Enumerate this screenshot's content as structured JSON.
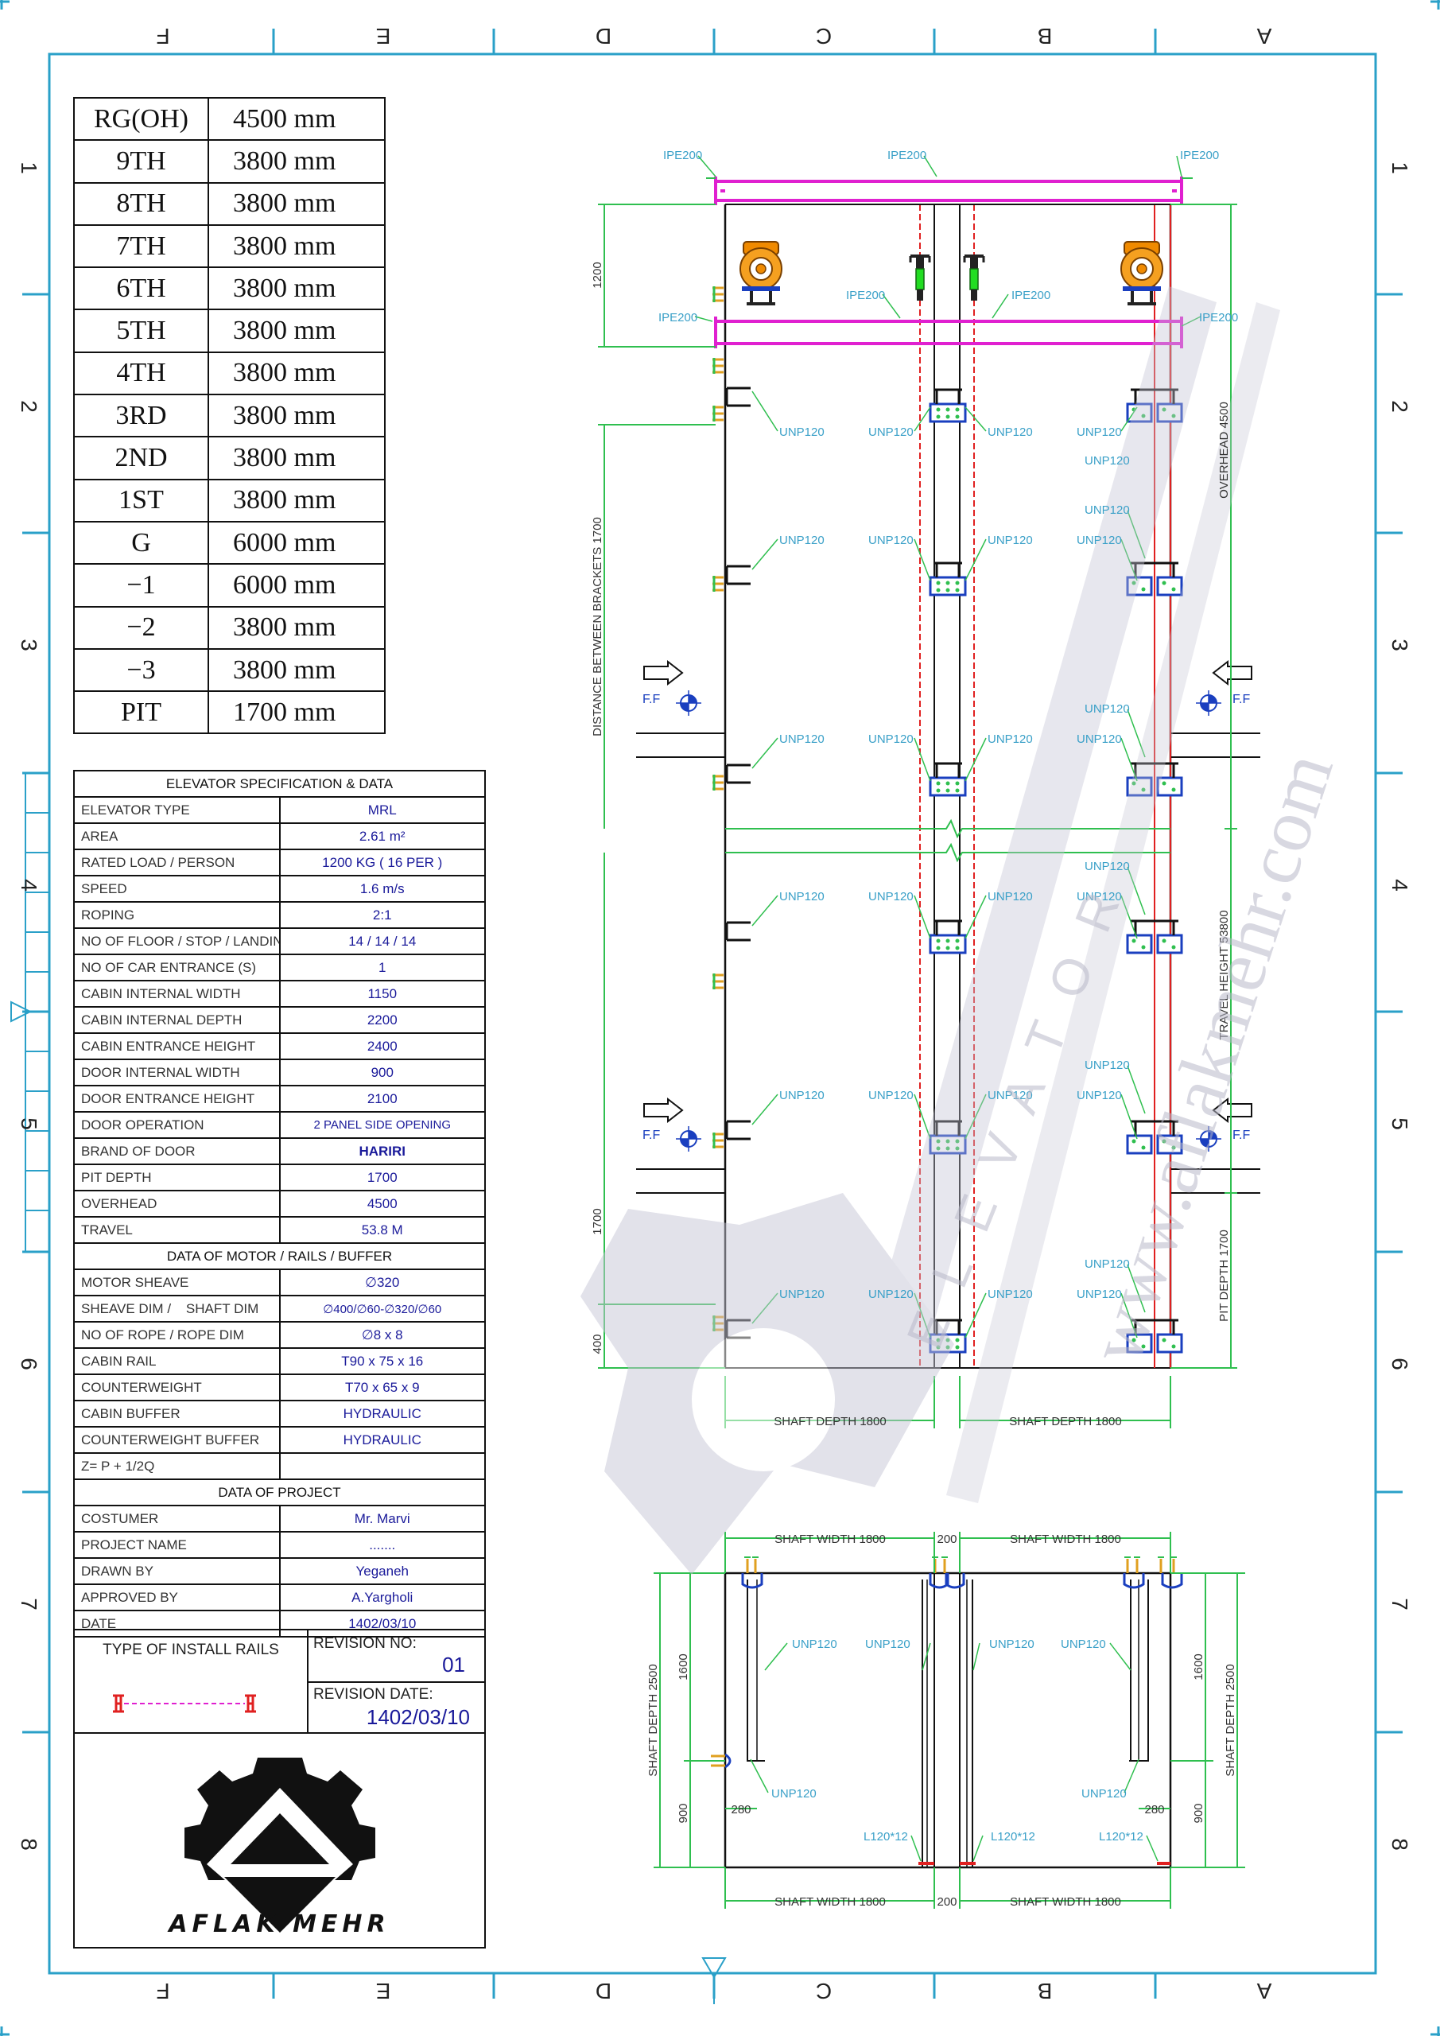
{
  "grid": {
    "columns": [
      "F",
      "E",
      "D",
      "C",
      "B",
      "A"
    ],
    "rows": [
      "1",
      "2",
      "3",
      "4",
      "5",
      "6",
      "7",
      "8"
    ]
  },
  "floor_heights": [
    {
      "level": "RG(OH)",
      "height": "4500  mm"
    },
    {
      "level": "9TH",
      "height": "3800  mm"
    },
    {
      "level": "8TH",
      "height": "3800  mm"
    },
    {
      "level": "7TH",
      "height": "3800  mm"
    },
    {
      "level": "6TH",
      "height": "3800  mm"
    },
    {
      "level": "5TH",
      "height": "3800  mm"
    },
    {
      "level": "4TH",
      "height": "3800  mm"
    },
    {
      "level": "3RD",
      "height": "3800  mm"
    },
    {
      "level": "2ND",
      "height": "3800  mm"
    },
    {
      "level": "1ST",
      "height": "3800  mm"
    },
    {
      "level": "G",
      "height": "6000  mm"
    },
    {
      "level": "−1",
      "height": "6000  mm"
    },
    {
      "level": "−2",
      "height": "3800  mm"
    },
    {
      "level": "−3",
      "height": "3800  mm"
    },
    {
      "level": "PIT",
      "height": "1700  mm"
    }
  ],
  "spec": {
    "title": "ELEVATOR SPECIFICATION & DATA",
    "rows": [
      {
        "label": "ELEVATOR TYPE",
        "value": "MRL"
      },
      {
        "label": "AREA",
        "value": "2.61 m²"
      },
      {
        "label": "RATED LOAD / PERSON",
        "value": "1200 KG ( 16 PER )"
      },
      {
        "label": "SPEED",
        "value": "1.6 m/s"
      },
      {
        "label": "ROPING",
        "value": "2:1"
      },
      {
        "label": "NO OF FLOOR / STOP / LANDING",
        "value": "14 / 14 / 14"
      },
      {
        "label": "NO OF CAR ENTRANCE (S)",
        "value": "1"
      },
      {
        "label": "CABIN INTERNAL WIDTH",
        "value": "1150"
      },
      {
        "label": "CABIN INTERNAL DEPTH",
        "value": "2200"
      },
      {
        "label": "CABIN ENTRANCE HEIGHT",
        "value": "2400"
      },
      {
        "label": "DOOR INTERNAL WIDTH",
        "value": "900"
      },
      {
        "label": "DOOR ENTRANCE HEIGHT",
        "value": "2100"
      },
      {
        "label": "DOOR OPERATION",
        "value": "2 PANEL SIDE OPENING"
      },
      {
        "label": "BRAND OF DOOR",
        "value": "HARIRI"
      },
      {
        "label": "PIT DEPTH",
        "value": "1700"
      },
      {
        "label": "OVERHEAD",
        "value": "4500"
      },
      {
        "label": "TRAVEL",
        "value": "53.8 M"
      }
    ],
    "motor_title": "DATA OF MOTOR / RAILS / BUFFER",
    "motor_rows": [
      {
        "label": "MOTOR SHEAVE",
        "value": "∅320"
      },
      {
        "label": "SHEAVE DIM /    SHAFT DIM",
        "value": "∅400/∅60-∅320/∅60"
      },
      {
        "label": "NO OF ROPE / ROPE DIM",
        "value": "∅8 x 8"
      },
      {
        "label": "CABIN RAIL",
        "value": "T90 x 75 x 16"
      },
      {
        "label": "COUNTERWEIGHT",
        "value": "T70 x 65 x 9"
      },
      {
        "label": "CABIN BUFFER",
        "value": "HYDRAULIC"
      },
      {
        "label": "COUNTERWEIGHT BUFFER",
        "value": "HYDRAULIC"
      },
      {
        "label": "Z= P + 1/2Q",
        "value": ""
      }
    ],
    "project_title": "DATA OF PROJECT",
    "project_rows": [
      {
        "label": "COSTUMER",
        "value": "Mr. Marvi"
      },
      {
        "label": "PROJECT NAME",
        "value": "......."
      },
      {
        "label": "DRAWN BY",
        "value": "Yeganeh"
      },
      {
        "label": "APPROVED BY",
        "value": "A.Yargholi"
      },
      {
        "label": "DATE",
        "value": "1402/03/10"
      }
    ]
  },
  "install": {
    "rails_label": "TYPE OF INSTALL RAILS",
    "rev_no_label": "REVISION NO:",
    "rev_no": "01",
    "rev_date_label": "REVISION DATE:",
    "rev_date": "1402/03/10"
  },
  "logo": {
    "name": "AFLAK MEHR"
  },
  "watermark": {
    "url": "www.aflakmehr.com",
    "letters": "ELEVATOR"
  },
  "labels": {
    "ipe": "IPE200",
    "unp": "UNP120",
    "angle": "L120*12",
    "ff": "F.F",
    "dim_1200": "1200",
    "dim_1700": "1700",
    "dim_400": "400",
    "dim_1600": "1600",
    "dim_900": "900",
    "dim_280": "280",
    "dim_200": "200",
    "overhead": "OVERHEAD 4500",
    "travel": "TRAVEL HEIGHT 53800",
    "pit": "PIT DEPTH 1700",
    "brackets": "DISTANCE BETWEEN BRACKETS 1700",
    "shaft_depth": "SHAFT DEPTH 1800",
    "shaft_width": "SHAFT WIDTH 1800",
    "shaft_depth_plan": "SHAFT DEPTH 2500"
  }
}
